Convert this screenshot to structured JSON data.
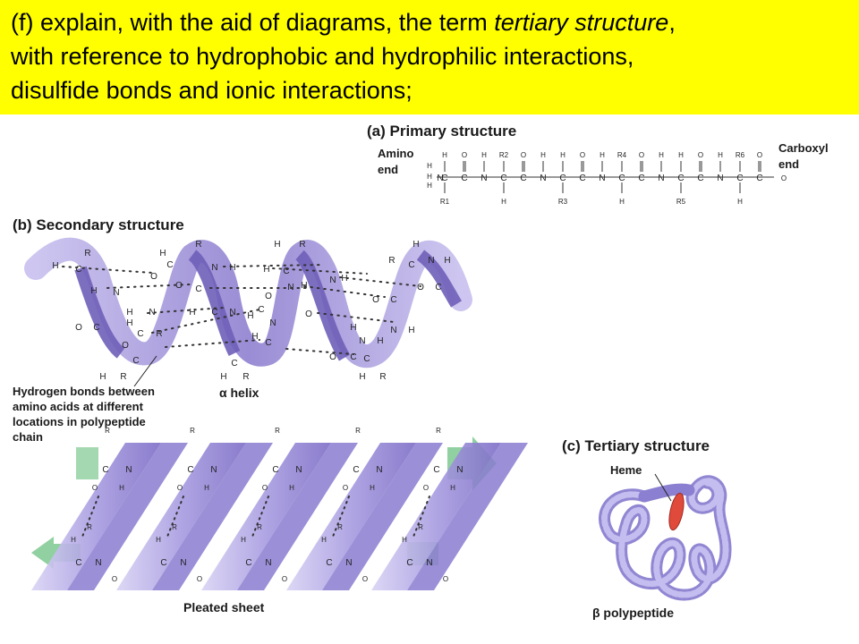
{
  "banner": {
    "line1_a": "(f) explain, with the aid of diagrams, the term ",
    "line1_em": "tertiary structure",
    "line1_b": ",",
    "line2": "with reference to hydrophobic and hydrophilic interactions,",
    "line3": "disulfide bonds and ionic interactions;"
  },
  "panel_a": {
    "title": "(a) Primary structure",
    "amino_end_1": "Amino",
    "amino_end_2": "end",
    "carboxyl_end_1": "Carboxyl",
    "carboxyl_end_2": "end",
    "r_groups": [
      "R1",
      "R2",
      "R3",
      "R4",
      "R5",
      "R6"
    ]
  },
  "panel_b": {
    "title": "(b) Secondary structure",
    "hbond_note_1": "Hydrogen bonds between",
    "hbond_note_2": "amino acids at different",
    "hbond_note_3": "locations in polypeptide",
    "hbond_note_4": "chain",
    "alpha_label": "α helix",
    "sheet_label": "Pleated sheet"
  },
  "panel_c": {
    "title": "(c) Tertiary structure",
    "heme_label": "Heme",
    "beta_label": "β polypeptide"
  },
  "colors": {
    "banner": "#ffff00",
    "ribbon": "#9d8fd6",
    "ribbon_dark": "#6f5fb8",
    "sheet_arrow": "#7ec890",
    "heme": "#e04a3a"
  }
}
